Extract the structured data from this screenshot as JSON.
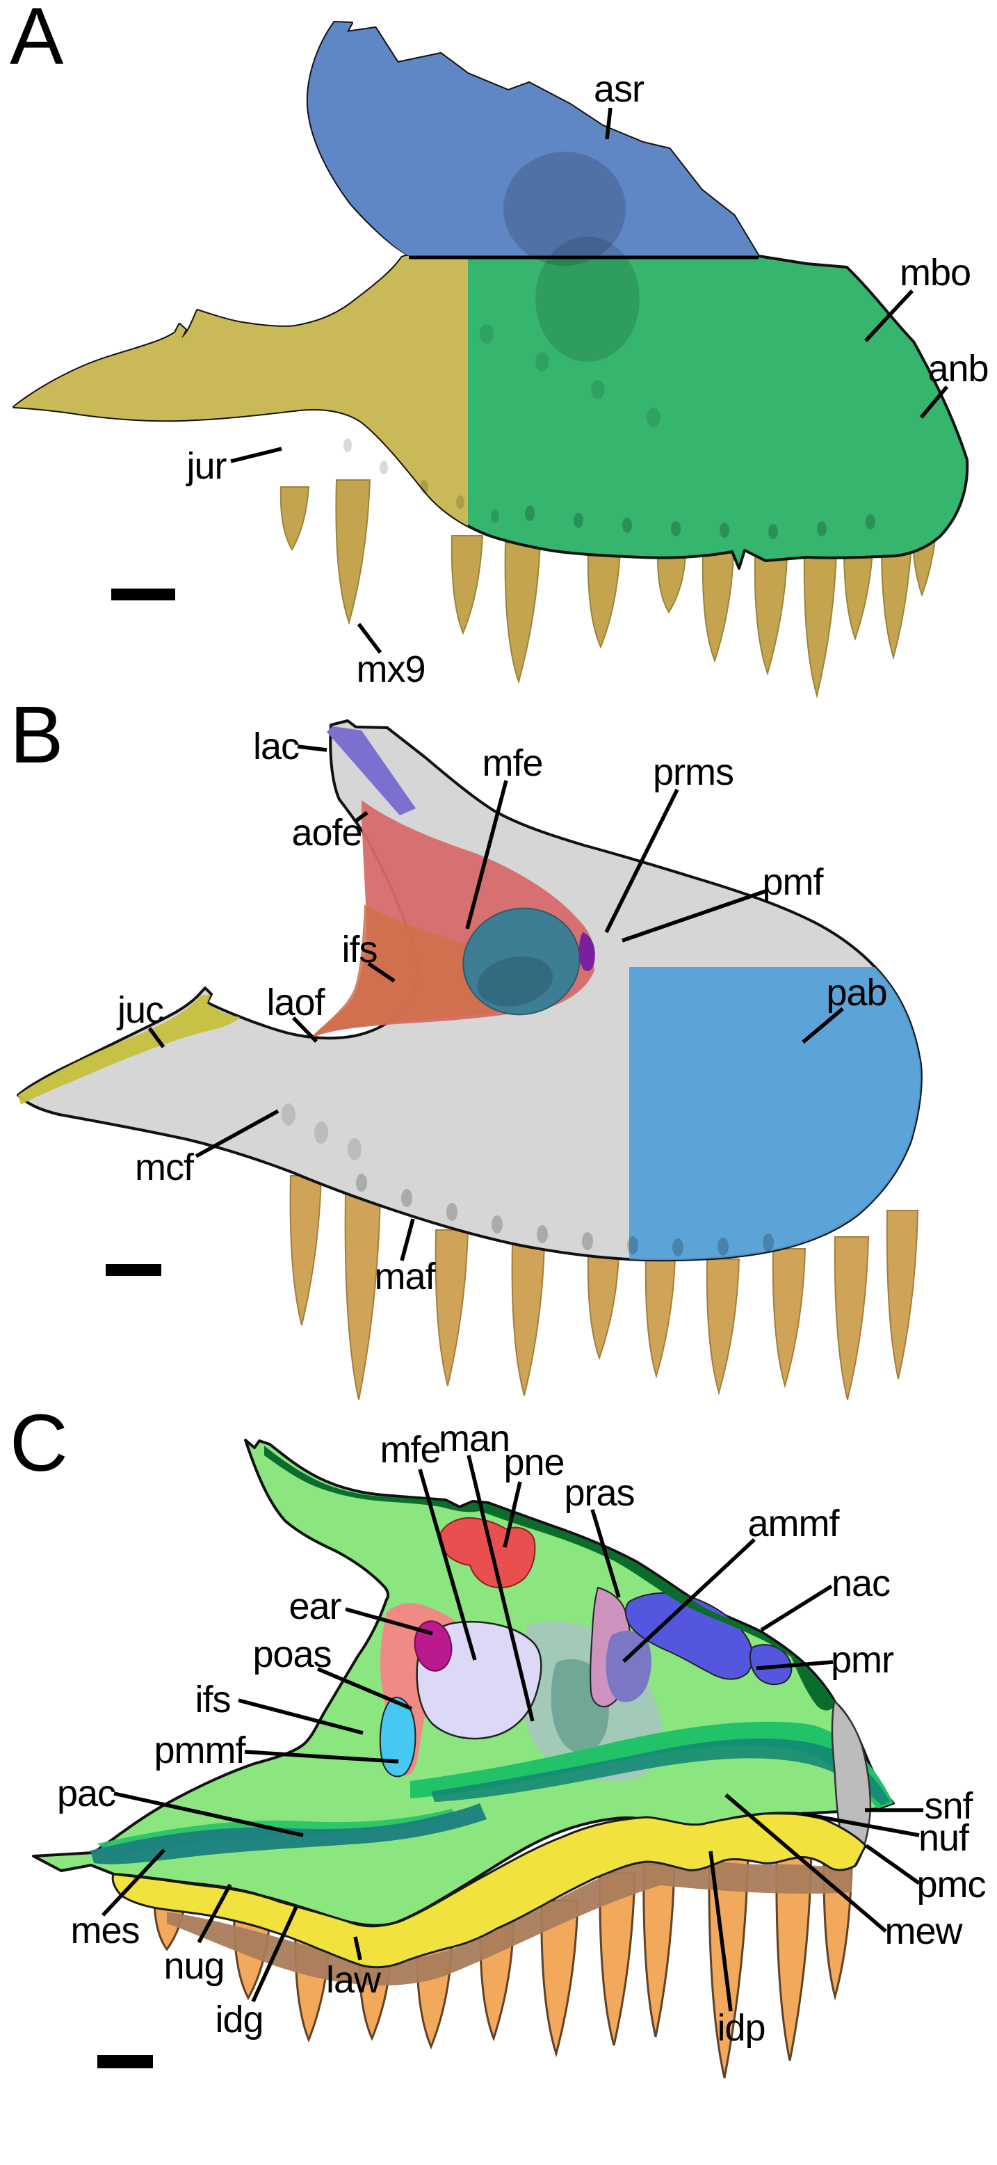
{
  "figure": {
    "type": "anatomical-figure",
    "panels": [
      {
        "letter": "A",
        "view": "lateral",
        "labels": [
          {
            "id": "asr",
            "text": "asr"
          },
          {
            "id": "mbo",
            "text": "mbo"
          },
          {
            "id": "anb",
            "text": "anb"
          },
          {
            "id": "jur",
            "text": "jur"
          },
          {
            "id": "mx9",
            "text": "mx9"
          }
        ]
      },
      {
        "letter": "B",
        "view": "medial",
        "labels": [
          {
            "id": "lac",
            "text": "lac"
          },
          {
            "id": "aofe",
            "text": "aofe"
          },
          {
            "id": "mfe",
            "text": "mfe"
          },
          {
            "id": "prms",
            "text": "prms"
          },
          {
            "id": "pmf",
            "text": "pmf"
          },
          {
            "id": "pab",
            "text": "pab"
          },
          {
            "id": "ifs",
            "text": "ifs"
          },
          {
            "id": "juc",
            "text": "juc"
          },
          {
            "id": "laof",
            "text": "laof"
          },
          {
            "id": "mcf",
            "text": "mcf"
          },
          {
            "id": "maf",
            "text": "maf"
          }
        ]
      },
      {
        "letter": "C",
        "view": "cutaway-drawing",
        "labels": [
          {
            "id": "mfe",
            "text": "mfe"
          },
          {
            "id": "man",
            "text": "man"
          },
          {
            "id": "pne",
            "text": "pne"
          },
          {
            "id": "pras",
            "text": "pras"
          },
          {
            "id": "ammf",
            "text": "ammf"
          },
          {
            "id": "nac",
            "text": "nac"
          },
          {
            "id": "pmr",
            "text": "pmr"
          },
          {
            "id": "ear",
            "text": "ear"
          },
          {
            "id": "poas",
            "text": "poas"
          },
          {
            "id": "ifs",
            "text": "ifs"
          },
          {
            "id": "pmmf",
            "text": "pmmf"
          },
          {
            "id": "pac",
            "text": "pac"
          },
          {
            "id": "mes",
            "text": "mes"
          },
          {
            "id": "nug",
            "text": "nug"
          },
          {
            "id": "idg",
            "text": "idg"
          },
          {
            "id": "law",
            "text": "law"
          },
          {
            "id": "idp",
            "text": "idp"
          },
          {
            "id": "snf",
            "text": "snf"
          },
          {
            "id": "nuf",
            "text": "nuf"
          },
          {
            "id": "pmc",
            "text": "pmc"
          },
          {
            "id": "mew",
            "text": "mew"
          }
        ]
      }
    ],
    "palette": {
      "asr_blue": "#5f87c6",
      "body_green": "#35b56e",
      "jugal_yellow": "#c9ba57",
      "tooth_tan_photo": "#c5a44f",
      "bone_gray": "#d6d6d6",
      "lac_purple": "#7b6fd0",
      "aofe_red": "#d76a6a",
      "aofe_orange": "#cf7048",
      "mfe_teal": "#3d7e94",
      "prms_violet": "#7a1fa0",
      "pab_blue": "#519fd7",
      "juc_yellow": "#c6c13e",
      "tooth_tan_b": "#cfa459",
      "c_light_green": "#8be67f",
      "c_dark_green": "#0a6d2c",
      "c_red": "#e94f4f",
      "c_lavender": "#dbd9f5",
      "c_salmon": "#ef8b84",
      "c_magenta": "#ba1a8d",
      "c_mauve": "#cf93c0",
      "c_slate_purple": "#7a77c4",
      "c_blue": "#5456dd",
      "c_gray_teal": "#a3c9b8",
      "c_cyan": "#45c8f2",
      "c_band_green": "#22c368",
      "c_band_teal": "#148a74",
      "c_pac_teal": "#1b7f80",
      "c_yellow": "#f2e23e",
      "c_brown": "#a97c5b",
      "c_orange_tooth": "#f2a95c",
      "c_gray_strip": "#bcbcbc",
      "line": "#000000"
    }
  }
}
